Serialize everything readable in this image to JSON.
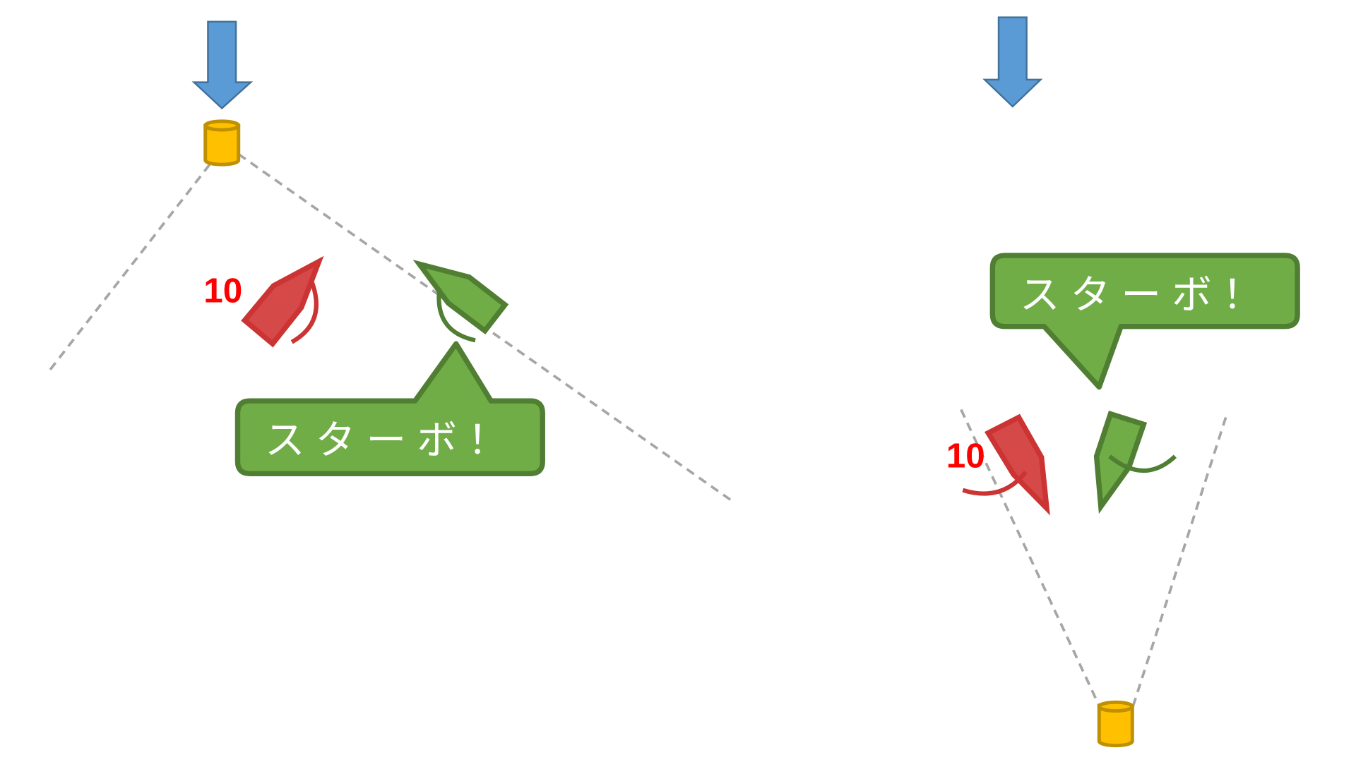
{
  "left_scene": {
    "bubble_text": "スターボ！",
    "count_label": "10"
  },
  "right_scene": {
    "bubble_text": "スターボ！",
    "count_label": "10"
  },
  "colors": {
    "wind_arrow": "#5b9bd5",
    "mark": "#ffc000",
    "red_boat": "#d64949",
    "green_boat": "#70ad47",
    "layline": "#a6a6a6"
  }
}
